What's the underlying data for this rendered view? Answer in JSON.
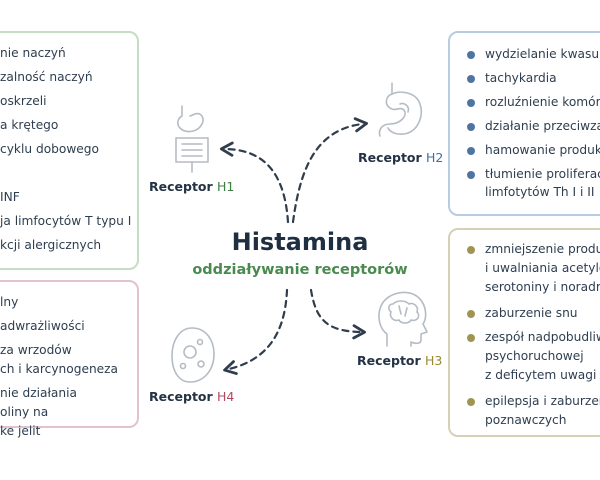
{
  "center": {
    "title": "Histamina",
    "subtitle": "oddziaływanie receptorów"
  },
  "receptors": {
    "h1": {
      "label": "Receptor",
      "number": "H1",
      "color": "#3f7d46",
      "icon": "stomach-intestines-icon"
    },
    "h2": {
      "label": "Receptor",
      "number": "H2",
      "color": "#3f6fa3",
      "icon": "stomach-icon"
    },
    "h3": {
      "label": "Receptor",
      "number": "H3",
      "color": "#9a8a2e",
      "icon": "brain-head-icon"
    },
    "h4": {
      "label": "Receptor",
      "number": "H4",
      "color": "#b04a63",
      "icon": "cell-icon"
    }
  },
  "h1_lines": [
    "nie naczyń",
    "zalność naczyń",
    "oskrzeli",
    "a krętego",
    "cyklu dobowego",
    "INF",
    "ja limfocytów T typu I",
    "kcji alergicznych"
  ],
  "h4_lines": [
    "lny",
    "adwrażliwości",
    "za wrzodów",
    "ch i karcynogeneza",
    "nie działania",
    "oliny na",
    "ke jelit"
  ],
  "h2_items": [
    [
      "wydzielanie kwasu s"
    ],
    [
      "tachykardia"
    ],
    [
      "rozluźnienie komóre"
    ],
    [
      "działanie przeciwzap"
    ],
    [
      "hamowanie produko"
    ],
    [
      "tłumienie proliferacj",
      "limfotytów Th I i II"
    ]
  ],
  "h3_items": [
    [
      "zmniejszenie produk",
      "i uwalniania acetylo",
      "serotoniny i noradre"
    ],
    [
      "zaburzenie snu"
    ],
    [
      "zespół nadpobudliw",
      "psychoruchowej",
      "z deficytem uwagi"
    ],
    [
      "epilepsja i zaburzeni",
      "poznawczych"
    ]
  ],
  "colors": {
    "h1_border": "#c7dcc5",
    "h2_border": "#b9cbe2",
    "h3_border": "#d8d0b5",
    "h4_border": "#e2c3cc",
    "subtitle": "#4a8a4f",
    "arrow": "#2f3d4c"
  }
}
